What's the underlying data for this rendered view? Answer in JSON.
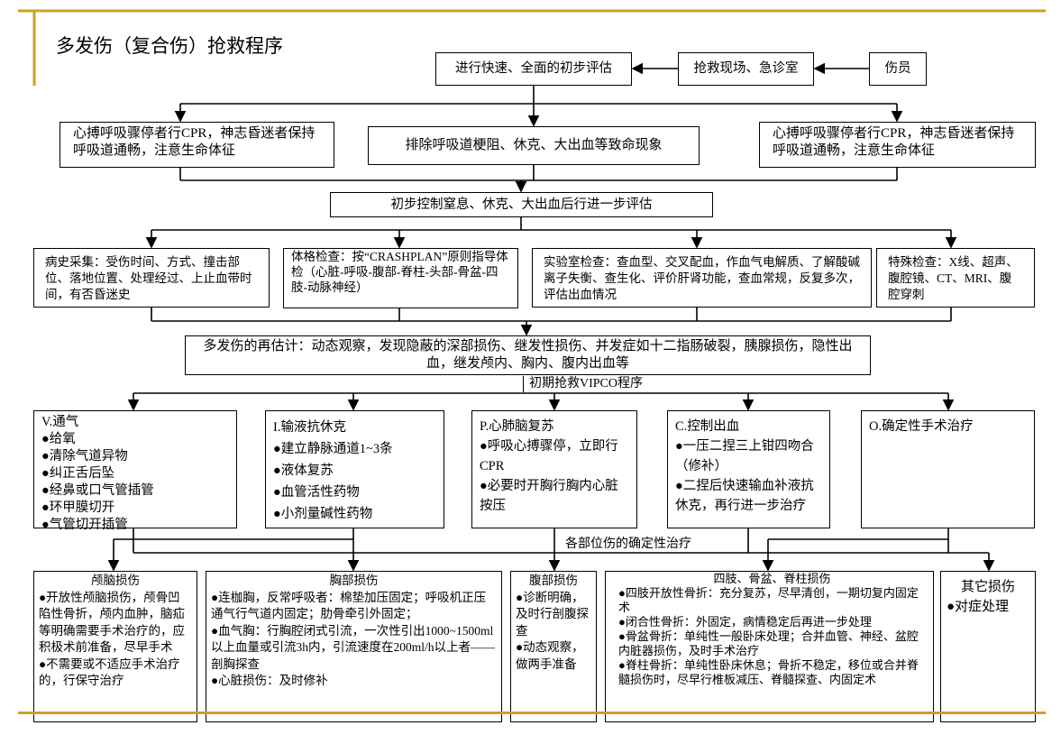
{
  "title": "多发伤（复合伤）抢救程序",
  "accent_color": "#c9a227",
  "top": {
    "assess": "进行快速、全面的初步评估",
    "scene": "抢救现场、急诊室",
    "patient": "伤员"
  },
  "row2": {
    "left": "心搏呼吸骤停者行CPR，神志昏迷者保持呼吸道通畅，注意生命体征",
    "middle": "排除呼吸道梗阻、休克、大出血等致命现象",
    "right": "心搏呼吸骤停者行CPR，神志昏迷者保持呼吸道通畅，注意生命体征"
  },
  "control": "初步控制窒息、休克、大出血后行进一步评估",
  "row3": {
    "history": "病史采集：受伤时间、方式、撞击部位、落地位置、处理经过、上止血带时间，有否昏迷史",
    "physical": "体格检查：按“CRASHPLAN”原则指导体检（心脏-呼吸-腹部-脊柱-头部-骨盆-四肢-动脉神经）",
    "lab": "实验室检查：查血型、交叉配血，作血气电解质、了解酸碱离子失衡、查生化、评价肝肾功能，查血常规，反复多次，评估出血情况",
    "special": "特殊检查：X线、超声、腹腔镜、CT、MRI、腹腔穿刺"
  },
  "reassess": "多发伤的再估计：动态观察，发现隐蔽的深部损伤、继发性损伤、并发症如十二指肠破裂，胰腺损伤，隐性出血，继发颅内、胸内、腹内出血等",
  "vipco_label": "初期抢救VIPCO程序",
  "vipco": [
    {
      "title": "V.通气",
      "items": [
        "●给氧",
        "●清除气道异物",
        "●纠正舌后坠",
        "●经鼻或口气管插管",
        "●环甲膜切开",
        "●气管切开插管"
      ]
    },
    {
      "title": "I.输液抗休克",
      "items": [
        "●建立静脉通道1~3条",
        "●液体复苏",
        "●血管活性药物",
        "●小剂量碱性药物"
      ]
    },
    {
      "title": "P.心肺脑复苏",
      "items": [
        "●呼吸心搏骤停，立即行CPR",
        "●必要时开胸行胸内心脏按压"
      ]
    },
    {
      "title": "C.控制出血",
      "items": [
        "●一压二捏三上钳四吻合（修补）",
        "●二捏后快速输血补液抗休克，再行进一步治疗"
      ]
    },
    {
      "title": "O.确定性手术治疗",
      "items": []
    }
  ],
  "definitive_label": "各部位伤的确定性治疗",
  "injuries": [
    {
      "title": "颅脑损伤",
      "items": [
        "●开放性颅脑损伤，颅骨凹陷性骨折，颅内血肿，脑疝等明确需要手术治疗的，应积极术前准备，尽早手术",
        "●不需要或不适应手术治疗的，行保守治疗"
      ]
    },
    {
      "title": "胸部损伤",
      "items": [
        "●连枷胸，反常呼吸者：棉垫加压固定；呼吸机正压通气行气道内固定；肋骨牵引外固定；",
        "●血气胸：行胸腔闭式引流，一次性引出1000~1500ml以上血量或引流3h内，引流速度在200ml/h以上者——剖胸探查",
        "●心脏损伤：及时修补"
      ]
    },
    {
      "title": "腹部损伤",
      "items": [
        "●诊断明确，及时行剖腹探查",
        "●动态观察，做两手准备"
      ]
    },
    {
      "title": "四肢、骨盆、脊柱损伤",
      "items": [
        "●四肢开放性骨折：充分复苏，尽早清创，一期切复内固定术",
        "●闭合性骨折：外固定，病情稳定后再进一步处理",
        "●骨盆骨折：单纯性一般卧床处理；合并血管、神经、盆腔内脏器损伤，及时手术治疗",
        "●脊柱骨折：单纯性卧床休息；骨折不稳定，移位或合并脊髓损伤时，尽早行椎板减压、脊髓探查、内固定术"
      ]
    },
    {
      "title": "其它损伤",
      "items": [
        "●对症处理"
      ]
    }
  ]
}
